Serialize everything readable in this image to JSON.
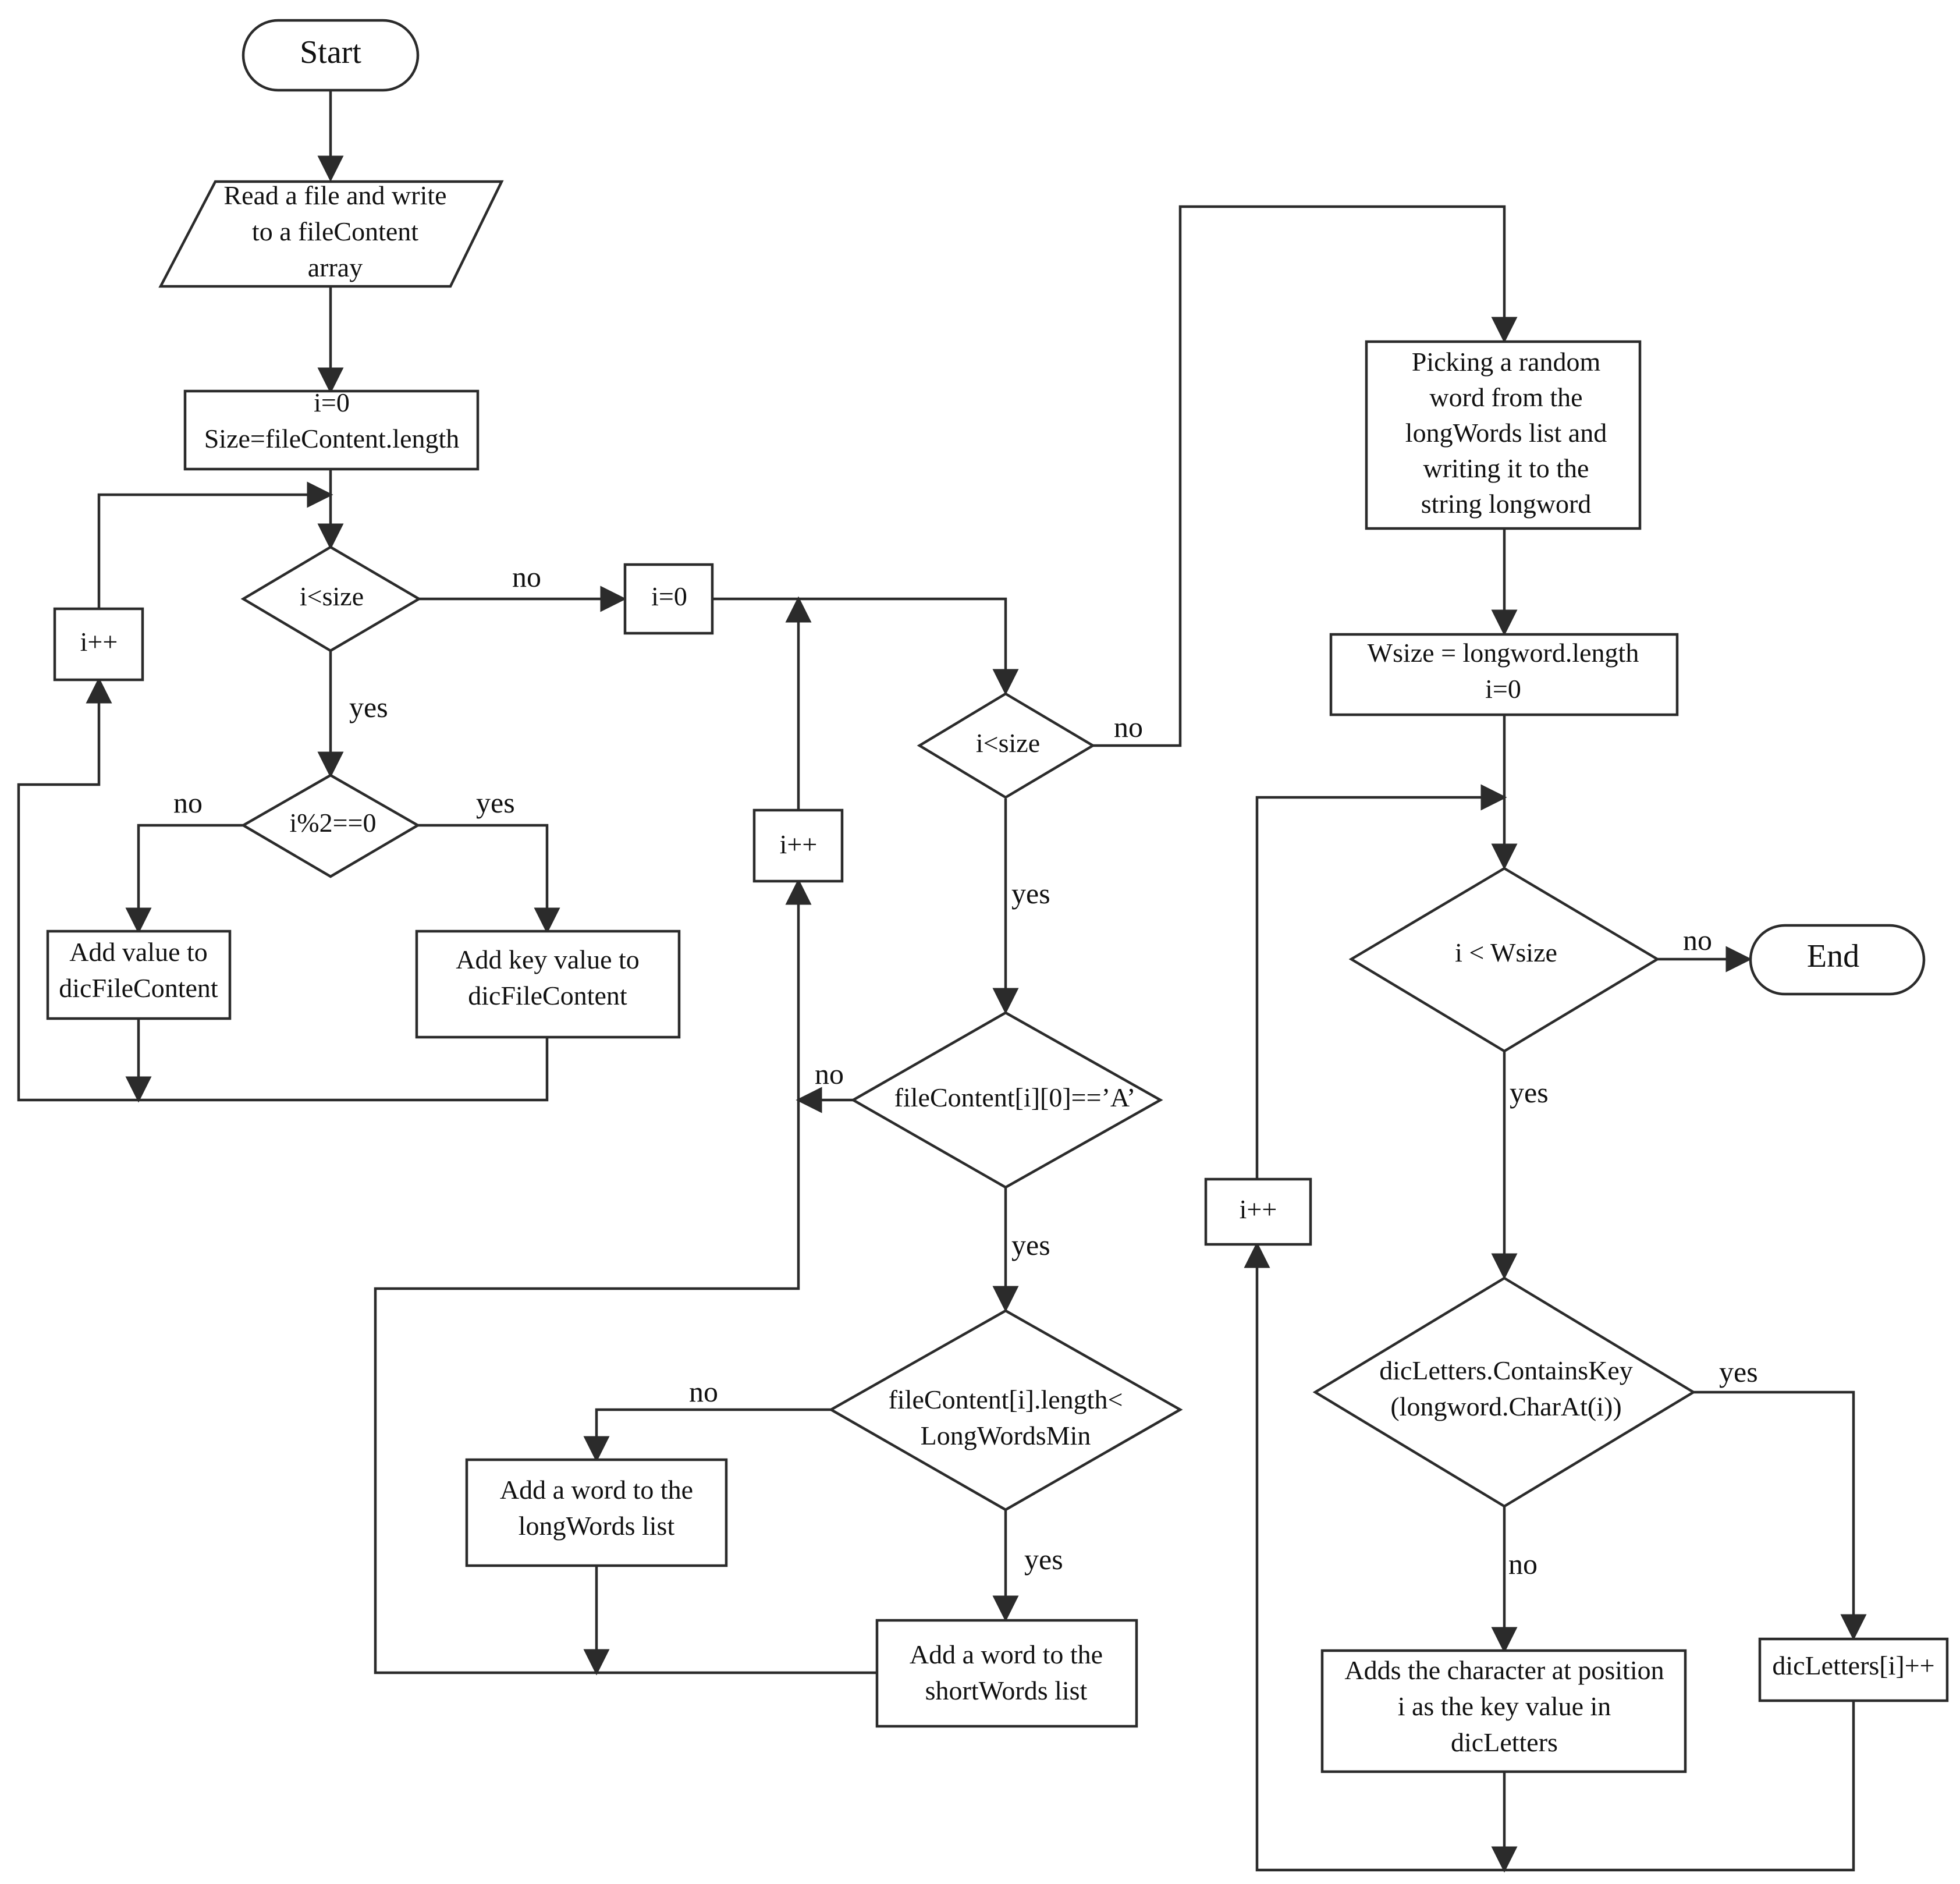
{
  "nodes": {
    "start": [
      "Start"
    ],
    "read_file": [
      "Read a file and write",
      "to a fileContent",
      "array"
    ],
    "init_size": [
      "i=0",
      "Size=fileContent.length"
    ],
    "cond_i_lt_size_1": [
      "i<size"
    ],
    "inc_i_1": [
      "i++"
    ],
    "cond_mod2": [
      "i%2==0"
    ],
    "add_value": [
      "Add value to",
      "dicFileContent"
    ],
    "add_key_value": [
      "Add key value to",
      "dicFileContent"
    ],
    "reset_i": [
      "i=0"
    ],
    "cond_i_lt_size_2": [
      "i<size"
    ],
    "inc_i_2": [
      "i++"
    ],
    "cond_starts_a": [
      "fileContent[i][0]==’A’"
    ],
    "cond_length": [
      "fileContent[i].length<",
      "LongWordsMin"
    ],
    "add_long_word": [
      "Add a word to the",
      "longWords list"
    ],
    "add_short_word": [
      "Add a word to the",
      "shortWords list"
    ],
    "pick_random": [
      "Picking a random",
      "word from the",
      "longWords list and",
      "writing it to the",
      "string longword"
    ],
    "init_wsize": [
      "Wsize = longword.length",
      "i=0"
    ],
    "cond_i_lt_wsize": [
      "i < Wsize"
    ],
    "end": [
      "End"
    ],
    "inc_i_3": [
      "i++"
    ],
    "cond_contains_key": [
      "dicLetters.ContainsKey",
      "(longword.CharAt(i))"
    ],
    "add_char_key": [
      "Adds the character at position",
      "i as the key value in",
      "dicLetters"
    ],
    "inc_dic_letters": [
      "dicLetters[i]++"
    ]
  },
  "edge_labels": {
    "size1_no": "no",
    "size1_yes": "yes",
    "mod2_no": "no",
    "mod2_yes": "yes",
    "size2_no": "no",
    "size2_yes": "yes",
    "starts_a_no": "no",
    "starts_a_yes": "yes",
    "length_no": "no",
    "length_yes": "yes",
    "wsize_no": "no",
    "wsize_yes": "yes",
    "contains_yes": "yes",
    "contains_no": "no"
  }
}
